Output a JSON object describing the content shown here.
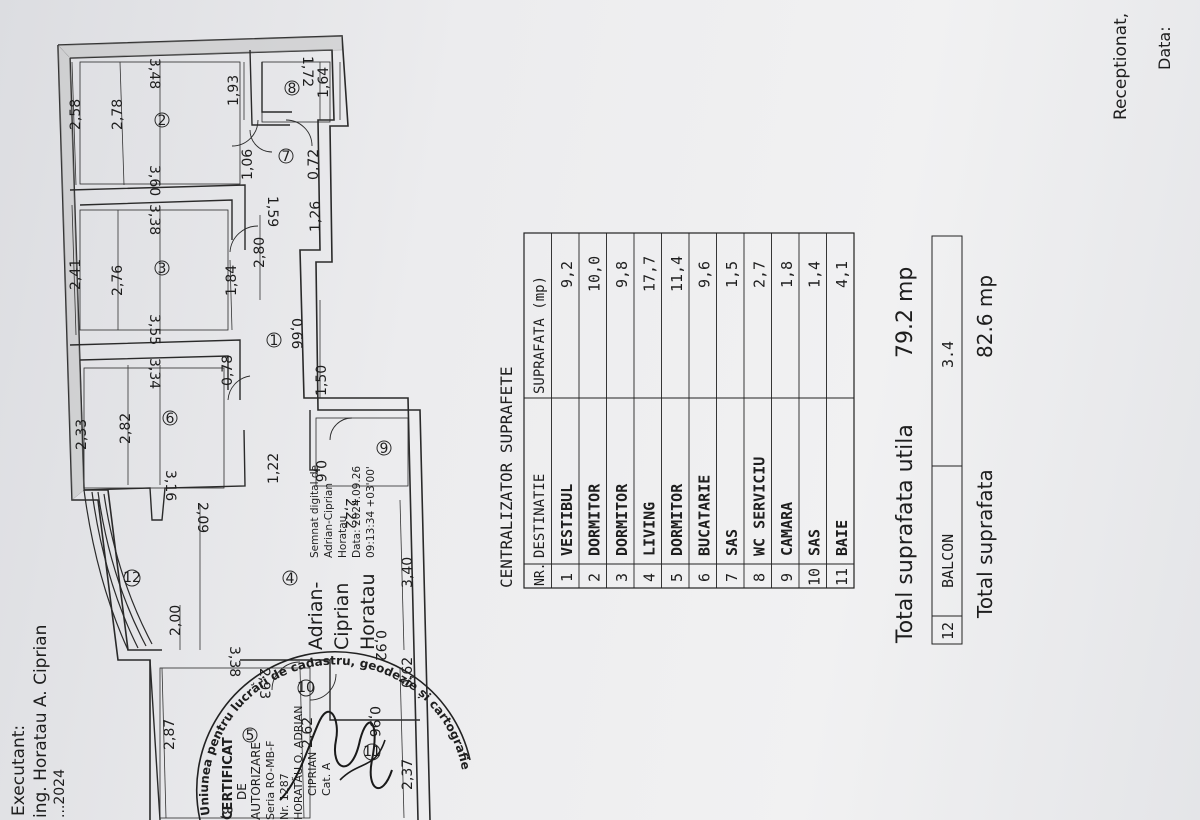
{
  "plan": {
    "rooms": [
      {
        "id": "room-1",
        "label": "1"
      },
      {
        "id": "room-2",
        "label": "2"
      },
      {
        "id": "room-3",
        "label": "3"
      },
      {
        "id": "room-4",
        "label": "4"
      },
      {
        "id": "room-5",
        "label": "5"
      },
      {
        "id": "room-6",
        "label": "6"
      },
      {
        "id": "room-7",
        "label": "7"
      },
      {
        "id": "room-8",
        "label": "8"
      },
      {
        "id": "room-9",
        "label": "9"
      },
      {
        "id": "room-10",
        "label": "10"
      },
      {
        "id": "room-11",
        "label": "11"
      },
      {
        "id": "room-12",
        "label": "12"
      }
    ],
    "dims": [
      "2,58",
      "2,78",
      "3,48",
      "3,60",
      "1,93",
      "1,72",
      "1,64",
      "1,06",
      "0,72",
      "1,59",
      "1,26",
      "2,41",
      "2,76",
      "3,38",
      "3,55",
      "1,84",
      "2,80",
      "0,66",
      "2,33",
      "2,82",
      "3,34",
      "0,78",
      "3,16",
      "1,22",
      "1,50",
      "0,6",
      "2,09",
      "2,22",
      "3,40",
      "0,92",
      "2,00",
      "3,38",
      "2,93",
      "0,62",
      "0,96",
      "2,87",
      "2,62",
      "2,37",
      "3,16"
    ]
  },
  "table": {
    "title": "CENTRALIZATOR  SUPRAFETE",
    "headers": [
      "NR.",
      "DESTINATIE",
      "SUPRAFATA (mp)"
    ],
    "rows": [
      [
        "1",
        "VESTIBUL",
        "9,2"
      ],
      [
        "2",
        "DORMITOR",
        "10,0"
      ],
      [
        "3",
        "DORMITOR",
        "9,8"
      ],
      [
        "4",
        "LIVING",
        "17,7"
      ],
      [
        "5",
        "DORMITOR",
        "11,4"
      ],
      [
        "6",
        "BUCATARIE",
        "9,6"
      ],
      [
        "7",
        "SAS",
        "1,5"
      ],
      [
        "8",
        "WC SERVICIU",
        "2,7"
      ],
      [
        "9",
        "CAMARA",
        "1,8"
      ],
      [
        "10",
        "SAS",
        "1,4"
      ],
      [
        "11",
        "BAIE",
        "4,1"
      ]
    ],
    "balcony": {
      "nr": "12",
      "name": "BALCON",
      "area": "3.4"
    }
  },
  "totals": {
    "useful_label": "Total suprafata utila",
    "useful_value": "79.2 mp",
    "total_label": "Total suprafata",
    "total_value": "82.6 mp"
  },
  "signature": {
    "name_lines": [
      "Adrian-",
      "Ciprian",
      "Horatau"
    ],
    "digital_lines": [
      "Semnat digital de",
      "Adrian-Ciprian",
      "Horatau",
      "Data: 2024.09.26",
      "09:13:34 +03'00'"
    ]
  },
  "stamp": {
    "arc_text": "Uniunea pentru lucrări de cadastru, geodezie și cartografie",
    "lines": [
      "CERTIFICAT",
      "DE",
      "AUTORIZARE",
      "Seria RO-MB-F",
      "Nr. 1287",
      "HORATĂU O. ADRIAN",
      "CIPRIAN",
      "Cat. A"
    ]
  },
  "footer": {
    "executant": "Executant:",
    "engineer": "ing. Horatau A. Ciprian",
    "date_partial": "...2024",
    "receptionat": "Receptionat,",
    "data": "Data:"
  }
}
